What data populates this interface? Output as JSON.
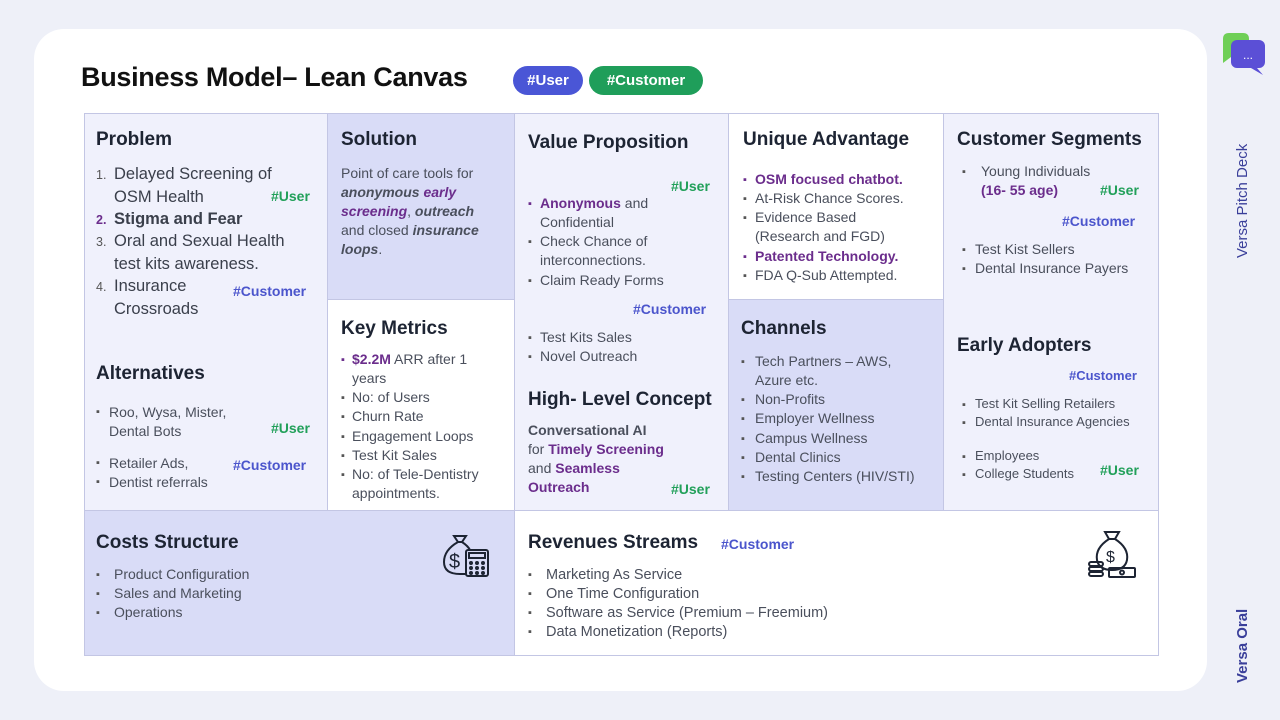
{
  "header": {
    "title": "Business Model– Lean Canvas",
    "pill_user": "#User",
    "pill_customer": "#Customer"
  },
  "side": {
    "top": "Versa Pitch Deck",
    "bottom": "Versa Oral"
  },
  "chat_icon_text": "...",
  "problem": {
    "heading": "Problem",
    "items": [
      {
        "n": "1.",
        "a": "Delayed Screening of",
        "b": "OSM Health"
      },
      {
        "n": "2.",
        "a": "Stigma and Fear"
      },
      {
        "n": "3.",
        "a": "Oral and Sexual Health",
        "b": "test kits awareness."
      },
      {
        "n": "4.",
        "a": "Insurance",
        "b": "Crossroads"
      }
    ],
    "tag_user": "#User",
    "tag_customer": "#Customer"
  },
  "alternatives": {
    "heading": "Alternatives",
    "items": [
      {
        "a": "Roo, Wysa, Mister,",
        "b": "Dental Bots"
      },
      {
        "a": "Retailer Ads,"
      },
      {
        "a": "Dentist referrals"
      }
    ],
    "tag_user": "#User",
    "tag_customer": "#Customer"
  },
  "solution": {
    "heading": "Solution",
    "parts": [
      "Point of care tools for",
      "anonymous",
      "early",
      "screening",
      ",",
      "outreach",
      "and closed",
      "insurance",
      "loops",
      "."
    ]
  },
  "key_metrics": {
    "heading": "Key Metrics",
    "items": [
      {
        "hl": "$2.2M",
        "a": " ARR after 1",
        "b": "years"
      },
      {
        "a": "No: of Users"
      },
      {
        "a": "Churn Rate"
      },
      {
        "a": "Engagement Loops"
      },
      {
        "a": "Test Kit Sales"
      },
      {
        "a": "No: of Tele-Dentistry",
        "b": "appointments."
      }
    ]
  },
  "value_prop": {
    "heading": "Value Proposition",
    "tag_user": "#User",
    "items": [
      {
        "hl": "Anonymous",
        "a": " and",
        "b": "Confidential"
      },
      {
        "a": "Check Chance of",
        "b": "interconnections."
      },
      {
        "a": "Claim Ready Forms"
      }
    ],
    "tag_customer": "#Customer",
    "items2": [
      {
        "a": "Test Kits Sales"
      },
      {
        "a": "Novel Outreach"
      }
    ]
  },
  "concept": {
    "heading": "High- Level Concept",
    "line1": "Conversational AI",
    "line2a": "for ",
    "line2b": "Timely Screening",
    "line3a": "and ",
    "line3b": "Seamless",
    "line4": "Outreach",
    "tag_user": "#User"
  },
  "advantage": {
    "heading": "Unique Advantage",
    "items": [
      {
        "hl": "OSM focused chatbot."
      },
      {
        "a": "At-Risk Chance Scores."
      },
      {
        "a": "Evidence Based",
        "b": "(Research and FGD)"
      },
      {
        "hl": "Patented Technology."
      },
      {
        "a": "FDA Q-Sub Attempted."
      }
    ]
  },
  "channels": {
    "heading": "Channels",
    "items": [
      {
        "a": "Tech Partners – AWS,",
        "b": "Azure etc."
      },
      {
        "a": "Non-Profits"
      },
      {
        "a": "Employer Wellness"
      },
      {
        "a": "Campus Wellness"
      },
      {
        "a": "Dental Clinics"
      },
      {
        "a": "Testing Centers (HIV/STI)"
      }
    ]
  },
  "segments": {
    "heading": "Customer Segments",
    "item1a": "Young Individuals",
    "item1b": "(16- 55 age)",
    "tag_user": "#User",
    "tag_customer": "#Customer",
    "items": [
      {
        "a": "Test Kist Sellers"
      },
      {
        "a": "Dental Insurance Payers"
      }
    ]
  },
  "early": {
    "heading": "Early Adopters",
    "tag_customer": "#Customer",
    "items": [
      {
        "a": "Test Kit Selling Retailers"
      },
      {
        "a": "Dental Insurance Agencies"
      }
    ],
    "items2": [
      {
        "a": "Employees"
      },
      {
        "a": "College Students"
      }
    ],
    "tag_user": "#User"
  },
  "costs": {
    "heading": "Costs Structure",
    "items": [
      {
        "a": "Product Configuration"
      },
      {
        "a": "Sales and Marketing"
      },
      {
        "a": "Operations"
      }
    ]
  },
  "revenue": {
    "heading": "Revenues Streams",
    "tag_customer": "#Customer",
    "items": [
      {
        "a": "Marketing As Service"
      },
      {
        "a": "One Time Configuration"
      },
      {
        "a": "Software as Service (Premium – Freemium)"
      },
      {
        "a": "Data Monetization (Reports)"
      }
    ]
  },
  "colors": {
    "user": "#22a05a",
    "customer": "#4b55cc",
    "highlight": "#6b2d8c",
    "cell_dark": "#d9dcf7",
    "cell_light": "#f0f1fc"
  },
  "icons": [
    "calculator-money-bag-icon",
    "money-bag-coins-icon",
    "chat-bubble-icon"
  ]
}
